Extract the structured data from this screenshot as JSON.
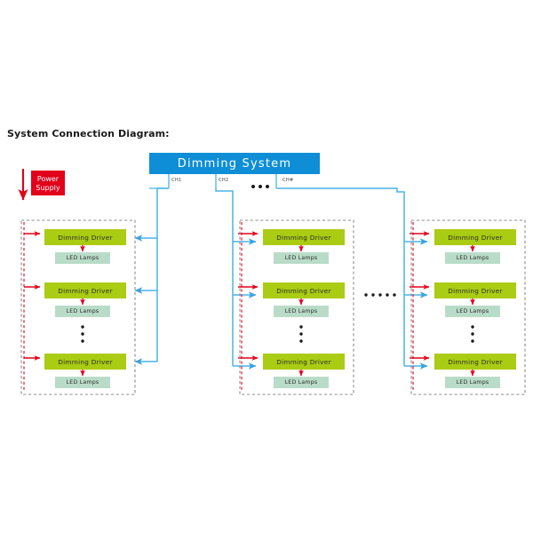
{
  "page": {
    "title": "System Connection Diagram:",
    "background": "#ffffff"
  },
  "colors": {
    "header_blue": "#0d8ed6",
    "signal_blue": "#4ab3e8",
    "power_red": "#e2001a",
    "arrow_red": "#e2001a",
    "driver_green": "#aacc12",
    "lamp_green": "#b9dcc8",
    "group_border": "#8c8c8c",
    "title_black": "#1a1a1a"
  },
  "controller": {
    "name": "dimming-system",
    "label": "Dimming System",
    "channels": [
      {
        "id": "ch1",
        "label": "CH1"
      },
      {
        "id": "ch2",
        "label": "CH2"
      },
      {
        "id": "chn",
        "label": "CH#"
      }
    ],
    "channel_ellipsis": "•••"
  },
  "power_supply": {
    "label_line1": "Power",
    "label_line2": "Supply",
    "label": "Power Supply"
  },
  "group_ellipsis": "••••••",
  "vertical_ellipsis": "⋮",
  "groups": [
    {
      "id": "group-ch1",
      "channel": "CH1",
      "drivers": [
        {
          "driver_label": "Dimming Driver",
          "lamp_label": "LED Lamps"
        },
        {
          "driver_label": "Dimming Driver",
          "lamp_label": "LED Lamps"
        },
        {
          "driver_label": "Dimming Driver",
          "lamp_label": "LED Lamps"
        }
      ]
    },
    {
      "id": "group-ch2",
      "channel": "CH2",
      "drivers": [
        {
          "driver_label": "Dimming Driver",
          "lamp_label": "LED Lamps"
        },
        {
          "driver_label": "Dimming Driver",
          "lamp_label": "LED Lamps"
        },
        {
          "driver_label": "Dimming Driver",
          "lamp_label": "LED Lamps"
        }
      ]
    },
    {
      "id": "group-chn",
      "channel": "CH#",
      "drivers": [
        {
          "driver_label": "Dimming Driver",
          "lamp_label": "LED Lamps"
        },
        {
          "driver_label": "Dimming Driver",
          "lamp_label": "LED Lamps"
        },
        {
          "driver_label": "Dimming Driver",
          "lamp_label": "LED Lamps"
        }
      ]
    }
  ]
}
